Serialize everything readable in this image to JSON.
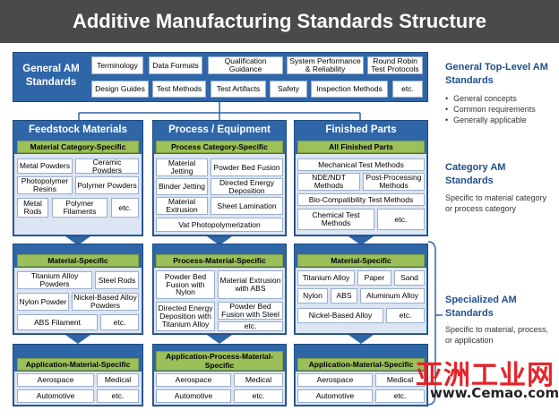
{
  "title": "Additive Manufacturing Standards Structure",
  "top": {
    "header": "General AM Standards",
    "cells": [
      "Terminology",
      "Data Formats",
      "Qualification Guidance",
      "System Performance & Reliability",
      "Round Robin Test Protocols",
      "Design Guides",
      "Test Methods",
      "Test Artifacts",
      "Safety",
      "Inspection Methods",
      "etc."
    ]
  },
  "columns": [
    {
      "header": "Feedstock Materials",
      "category_label": "Material Category-Specific",
      "category_cells": [
        "Metal Powders",
        "Ceramic Powders",
        "Photopolymer Resins",
        "Polymer Powders",
        "Metal Rods",
        "Polymer Filaments",
        "etc."
      ],
      "specific_label": "Material-Specific",
      "specific_cells": [
        "Titanium Alloy Powders",
        "Steel Rods",
        "Nylon Powder",
        "Nickel-Based Alloy Powders",
        "ABS Filament",
        "etc."
      ],
      "app_label": "Application-Material-Specific",
      "app_cells": [
        "Aerospace",
        "Medical",
        "Automotive",
        "etc."
      ]
    },
    {
      "header": "Process / Equipment",
      "category_label": "Process Category-Specific",
      "category_cells": [
        "Material Jetting",
        "Powder Bed Fusion",
        "Binder Jetting",
        "Directed Energy Deposition",
        "Material Extrusion",
        "Sheet Lamination",
        "Vat Photopolymerization"
      ],
      "specific_label": "Process-Material-Specific",
      "specific_cells": [
        "Powder Bed Fusion with Nylon",
        "Material Extrusion with ABS",
        "Directed Energy Deposition with Titanium Alloy",
        "Powder Bed Fusion with Steel",
        "etc."
      ],
      "app_label": "Application-Process-Material-Specific",
      "app_cells": [
        "Aerospace",
        "Medical",
        "Automotive",
        "etc."
      ]
    },
    {
      "header": "Finished Parts",
      "category_label": "All Finished Parts",
      "category_cells": [
        "Mechanical Test Methods",
        "NDE/NDT Methods",
        "Post-Processing Methods",
        "Bio-Compatibility Test Methods",
        "Chemical Test Methods",
        "etc."
      ],
      "specific_label": "Material-Specific",
      "specific_cells": [
        "Titanium Alloy",
        "Paper",
        "Sand",
        "Nylon",
        "ABS",
        "Aluminum Alloy",
        "Nickel-Based Alloy",
        "etc."
      ],
      "app_label": "Application-Material-Specific",
      "app_cells": [
        "Aerospace",
        "Medical",
        "Automotive",
        "etc."
      ]
    }
  ],
  "side": {
    "general_title": "General Top-Level AM Standards",
    "general_bullets": [
      "General concepts",
      "Common requirements",
      "Generally applicable"
    ],
    "category_title": "Category AM Standards",
    "category_text": "Specific to material category or process category",
    "specialized_title": "Specialized AM Standards",
    "specialized_text": "Specific to material, process, or application"
  },
  "watermark": {
    "logo_text": "亚洲工业网",
    "url": "www.Cemao.com"
  }
}
